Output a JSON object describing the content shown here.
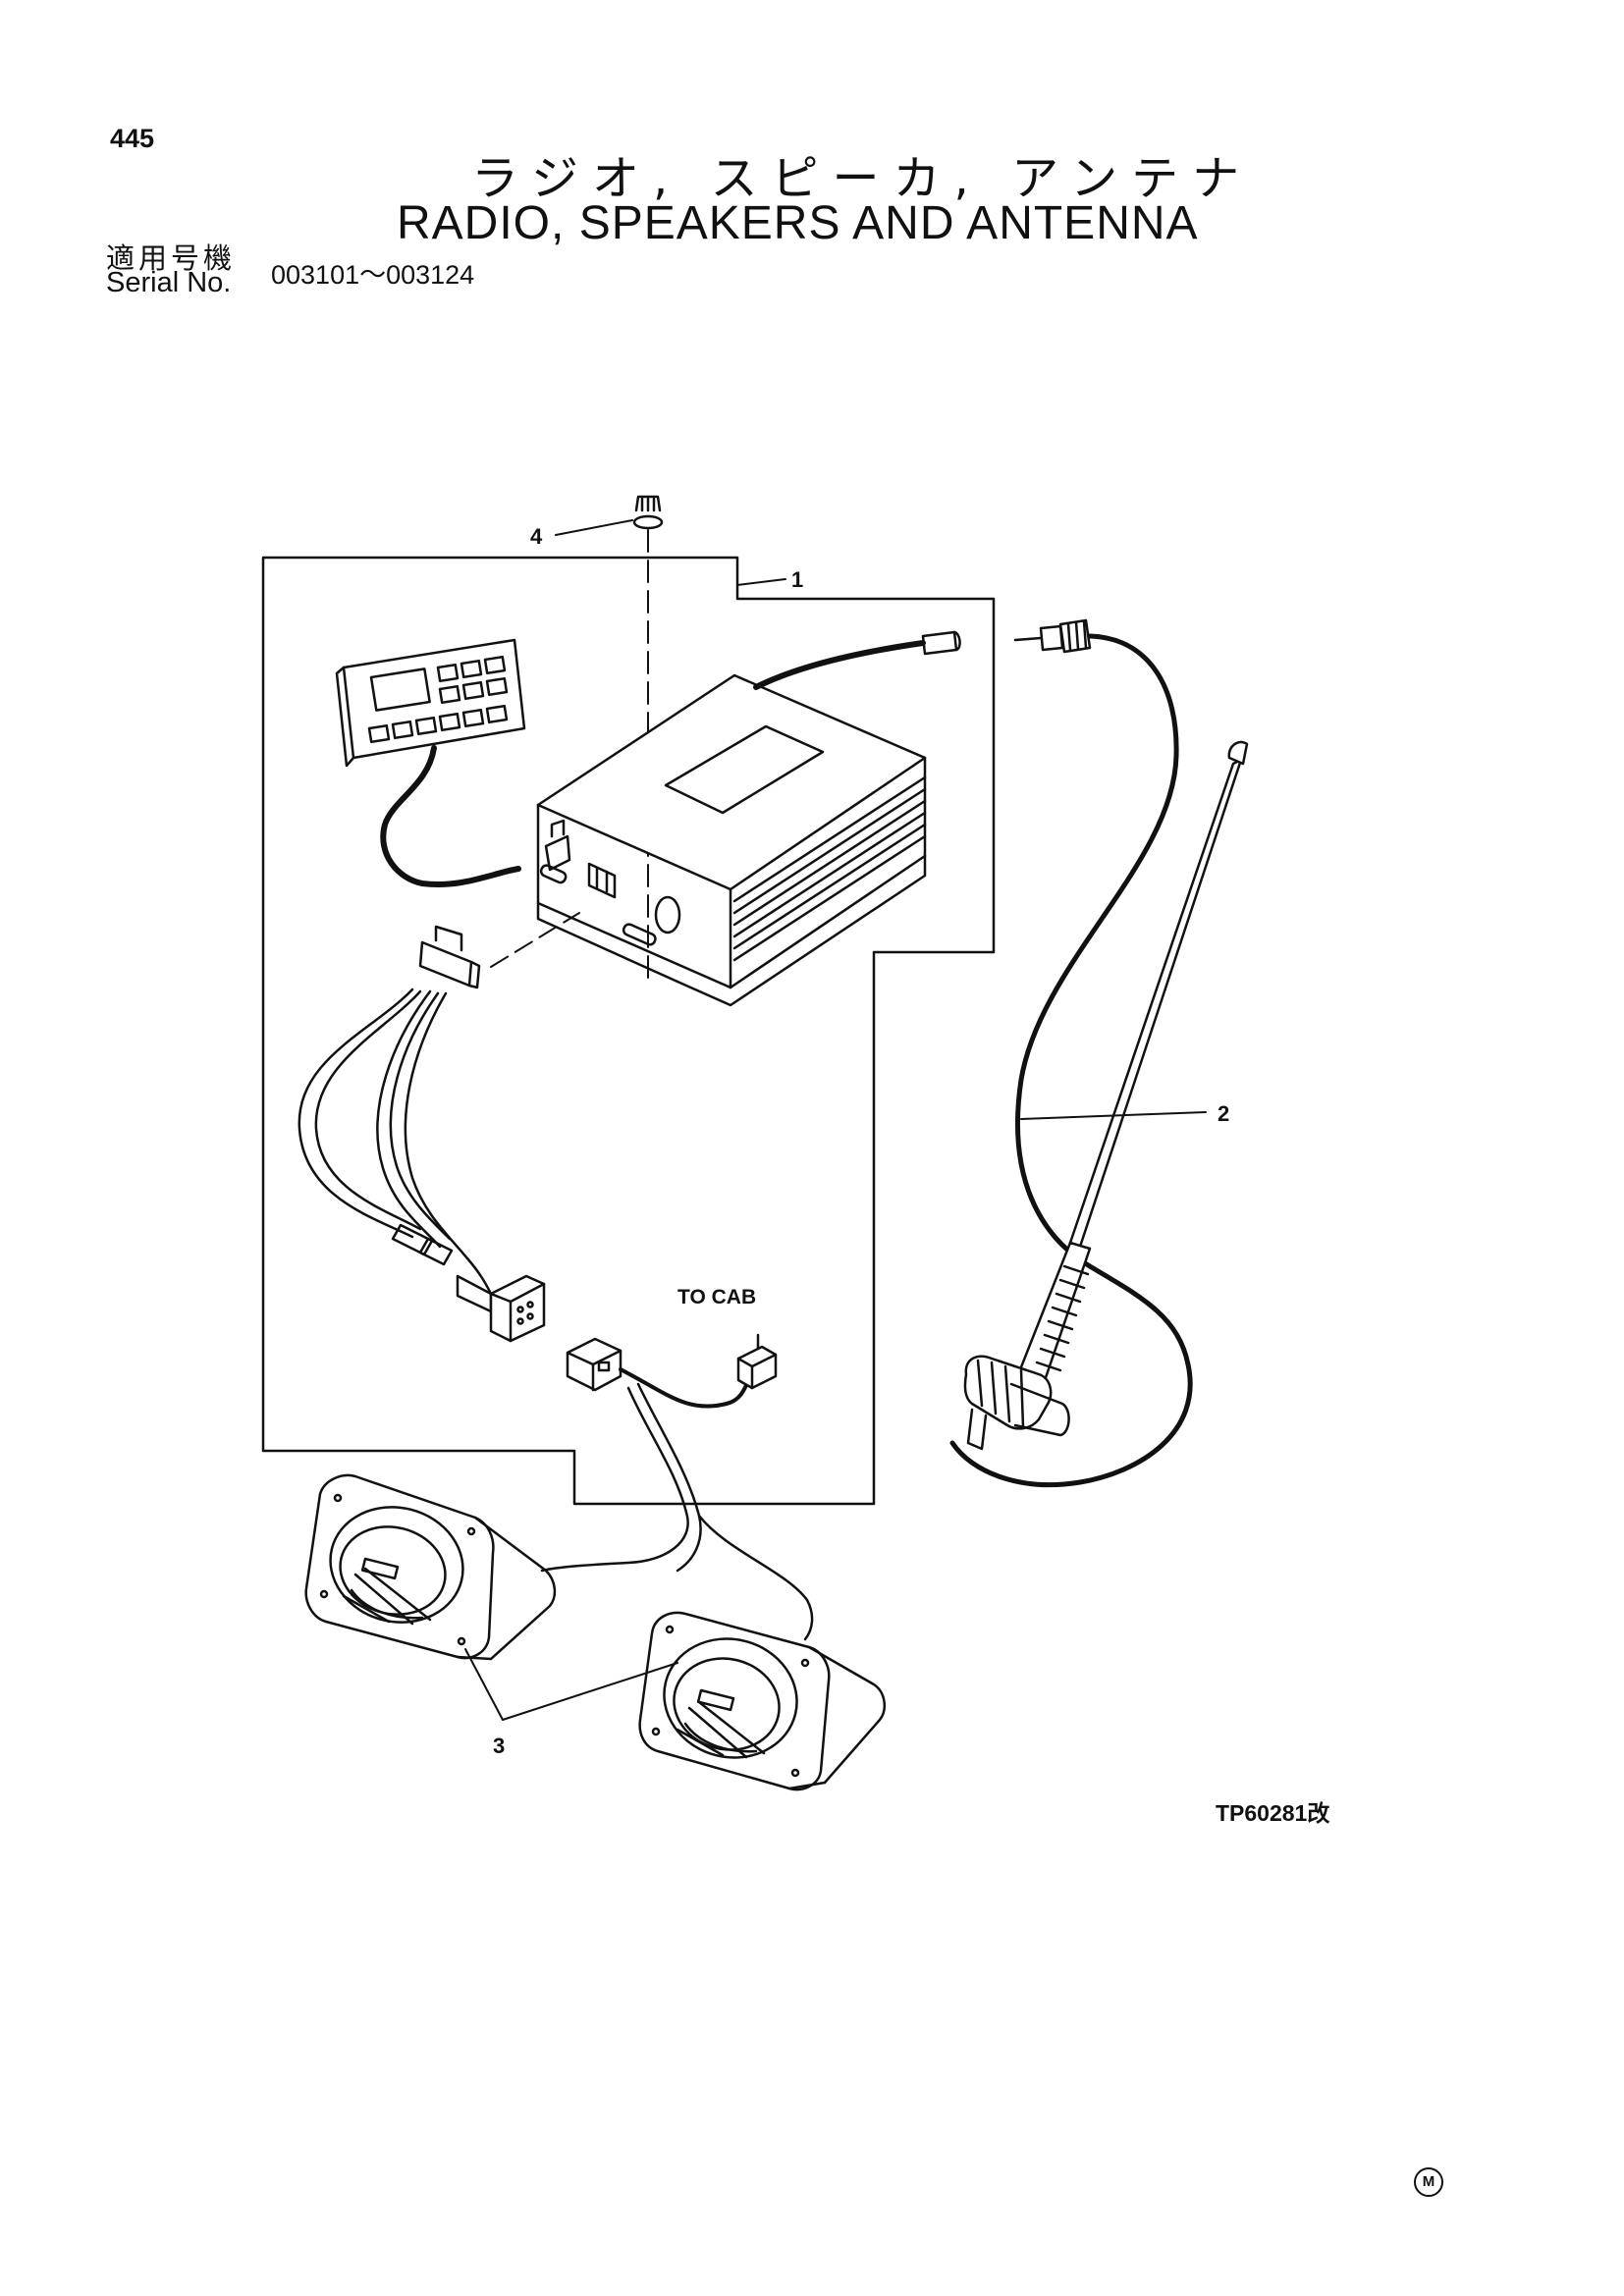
{
  "header": {
    "page_number": "445",
    "title_jp": "ラジオ, スピーカ, アンテナ",
    "title_en": "RADIO, SPEAKERS AND ANTENNA",
    "serial_label_jp": "適用号機",
    "serial_label_en": "Serial No.",
    "serial_range": "003101～003124"
  },
  "diagram": {
    "callouts": [
      {
        "id": "1",
        "label": "1"
      },
      {
        "id": "2",
        "label": "2"
      },
      {
        "id": "3",
        "label": "3"
      },
      {
        "id": "4",
        "label": "4"
      }
    ],
    "to_cab_label": "TO CAB",
    "figure_code": "TP60281改"
  },
  "footer": {
    "mark": "M"
  }
}
